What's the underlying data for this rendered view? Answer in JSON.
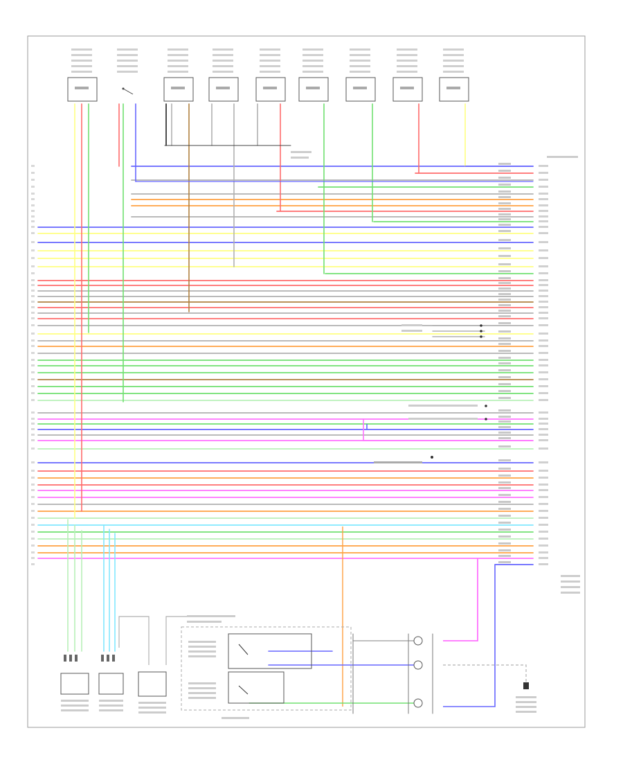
{
  "diagram": {
    "footer_code": "",
    "components": [
      {
        "id": "c1",
        "label": ""
      },
      {
        "id": "c2",
        "label": ""
      },
      {
        "id": "c3",
        "label": ""
      },
      {
        "id": "c4",
        "label": ""
      },
      {
        "id": "c5",
        "label": ""
      },
      {
        "id": "c6",
        "label": ""
      },
      {
        "id": "c7",
        "label": ""
      },
      {
        "id": "c8",
        "label": ""
      },
      {
        "id": "c9",
        "label": ""
      }
    ],
    "bottom_components": [
      {
        "id": "b1",
        "label": ""
      },
      {
        "id": "b2",
        "label": ""
      },
      {
        "id": "b3",
        "label": ""
      },
      {
        "id": "b4",
        "label": ""
      },
      {
        "id": "b5",
        "label": ""
      }
    ],
    "wire_colors": {
      "red": "#ff6b6b",
      "orange": "#ffa040",
      "yellow": "#ffff80",
      "green": "#70e070",
      "lightgreen": "#b8f0b8",
      "blue": "#6666ff",
      "cyan": "#80e8ff",
      "pink": "#ff70ff",
      "gray": "#b0b0b0",
      "brown": "#b08040",
      "black": "#202020",
      "darkred": "#cc2020"
    }
  }
}
